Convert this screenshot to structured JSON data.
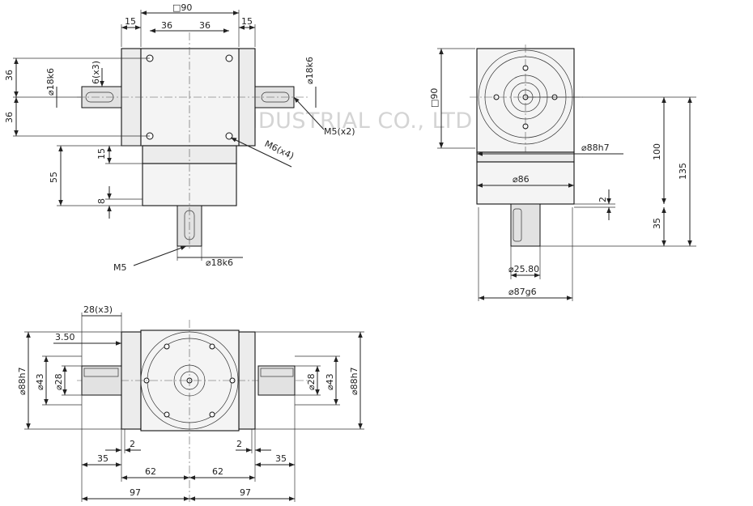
{
  "watermark": "SIJIE INDUSTRIAL CO., LTD",
  "front_view": {
    "top_dims": [
      "15",
      "□90",
      "36",
      "36",
      "15"
    ],
    "left_dims": [
      "36",
      "36"
    ],
    "left_shaft": {
      "diameter": "⌀18k6",
      "thread": "6(x3)"
    },
    "right_shaft": {
      "diameter": "⌀18k6",
      "thread": "M5(x2)"
    },
    "holes": "M6(x4)",
    "lower_dims": [
      "15",
      "55",
      "8"
    ],
    "bottom_shaft": {
      "thread": "M5",
      "diameter": "⌀18k6"
    }
  },
  "side_view": {
    "square": "□90",
    "flange": "⌀88h7",
    "housing": "⌀86",
    "gap": "2",
    "dims_right": [
      "100",
      "135",
      "35"
    ],
    "shaft": "⌀25.80",
    "pilot": "⌀87g6"
  },
  "bottom_view": {
    "key": "28(x3)",
    "offset": "3.50",
    "left_dims": [
      "⌀88h7",
      "⌀43",
      "⌀28"
    ],
    "right_dims": [
      "⌀28",
      "⌀43",
      "⌀88h7"
    ],
    "bottom_dims": [
      "2",
      "35",
      "62",
      "97",
      "2",
      "35",
      "62",
      "97"
    ]
  }
}
